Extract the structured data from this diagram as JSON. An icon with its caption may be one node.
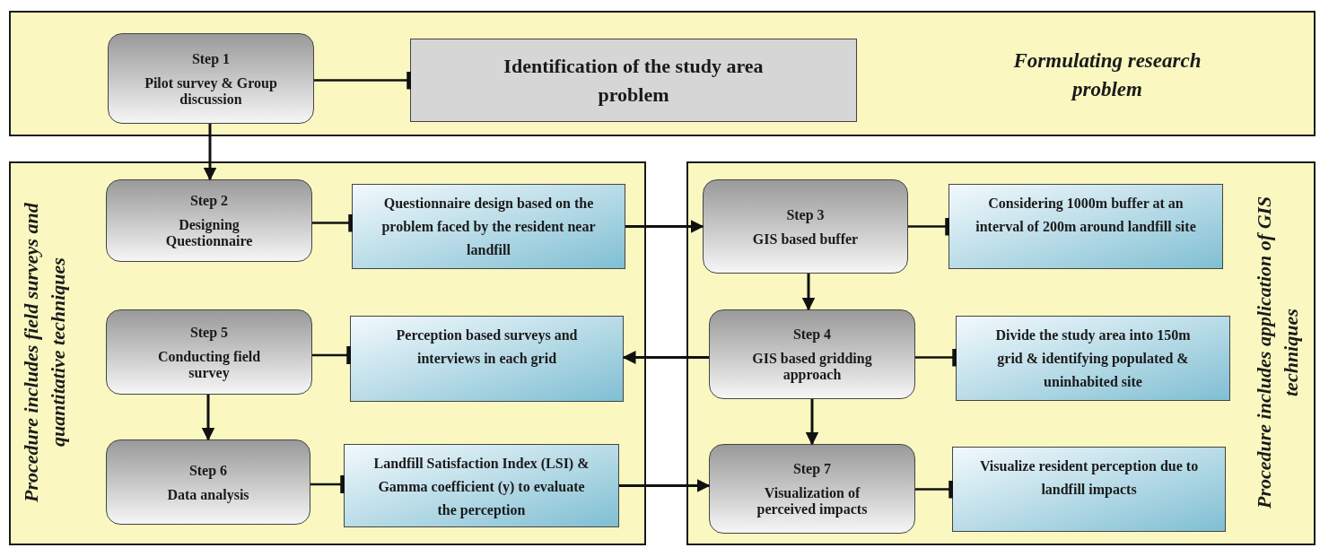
{
  "diagram": {
    "nodes": [
      {
        "text": [
          "Formulating research problem"
        ]
      },
      {
        "text": [
          "Step 1",
          "Pilot survey & Group discussion"
        ],
        "in": 0
      },
      {
        "text": [
          "Identification of the study area problem"
        ],
        "in": 0
      },
      {
        "text": [
          "Procedure includes field surveys and quantitative techniques"
        ]
      },
      {
        "text": [
          "Step 2",
          "Designing Questionnaire"
        ],
        "in": 3
      },
      {
        "text": [
          "Questionnaire design based on the problem faced by the resident near landfill"
        ],
        "in": 3
      },
      {
        "text": [
          "Step 5",
          "Conducting field survey"
        ],
        "in": 3
      },
      {
        "text": [
          "Perception based surveys and interviews in each grid"
        ],
        "in": 3
      },
      {
        "text": [
          "Step 6",
          "Data analysis"
        ],
        "in": 3
      },
      {
        "text": [
          "Landfill Satisfaction Index (LSI) & Gamma coefficient (y) to evaluate the perception"
        ],
        "in": 3
      },
      {
        "text": [
          "Procedure includes application of GIS techniques"
        ]
      },
      {
        "text": [
          "Step 3",
          "GIS based buffer"
        ],
        "in": 10
      },
      {
        "text": [
          "Considering 1000m buffer at an interval of 200m around landfill site"
        ],
        "in": 10
      },
      {
        "text": [
          "Step 4",
          "GIS based gridding approach"
        ],
        "in": 10
      },
      {
        "text": [
          "Divide the study area into 150m grid & identifying populated & uninhabited site"
        ],
        "in": 10
      },
      {
        "text": [
          "Step 7",
          "Visualization of perceived impacts"
        ],
        "in": 10
      },
      {
        "text": [
          "Visualize resident perception due to landfill impacts"
        ],
        "in": 10
      }
    ],
    "edges": [
      {
        "from": 1,
        "to": 2,
        "arrow": "other"
      },
      {
        "from": 1,
        "to": 4,
        "arrow": "to"
      },
      {
        "from": 4,
        "to": 5,
        "arrow": "other"
      },
      {
        "from": 5,
        "to": 11,
        "arrow": "to"
      },
      {
        "from": 11,
        "to": 12,
        "arrow": "other"
      },
      {
        "from": 11,
        "to": 13,
        "arrow": "to"
      },
      {
        "from": 13,
        "to": 14,
        "arrow": "other"
      },
      {
        "from": 13,
        "to": 7,
        "arrow": "to"
      },
      {
        "from": 6,
        "to": 7,
        "arrow": "other"
      },
      {
        "from": 6,
        "to": 8,
        "arrow": "to"
      },
      {
        "from": 8,
        "to": 9,
        "arrow": "other"
      },
      {
        "from": 9,
        "to": 15,
        "arrow": "to"
      },
      {
        "from": 13,
        "to": 15,
        "arrow": "to"
      },
      {
        "from": 15,
        "to": 16,
        "arrow": "other"
      }
    ]
  }
}
